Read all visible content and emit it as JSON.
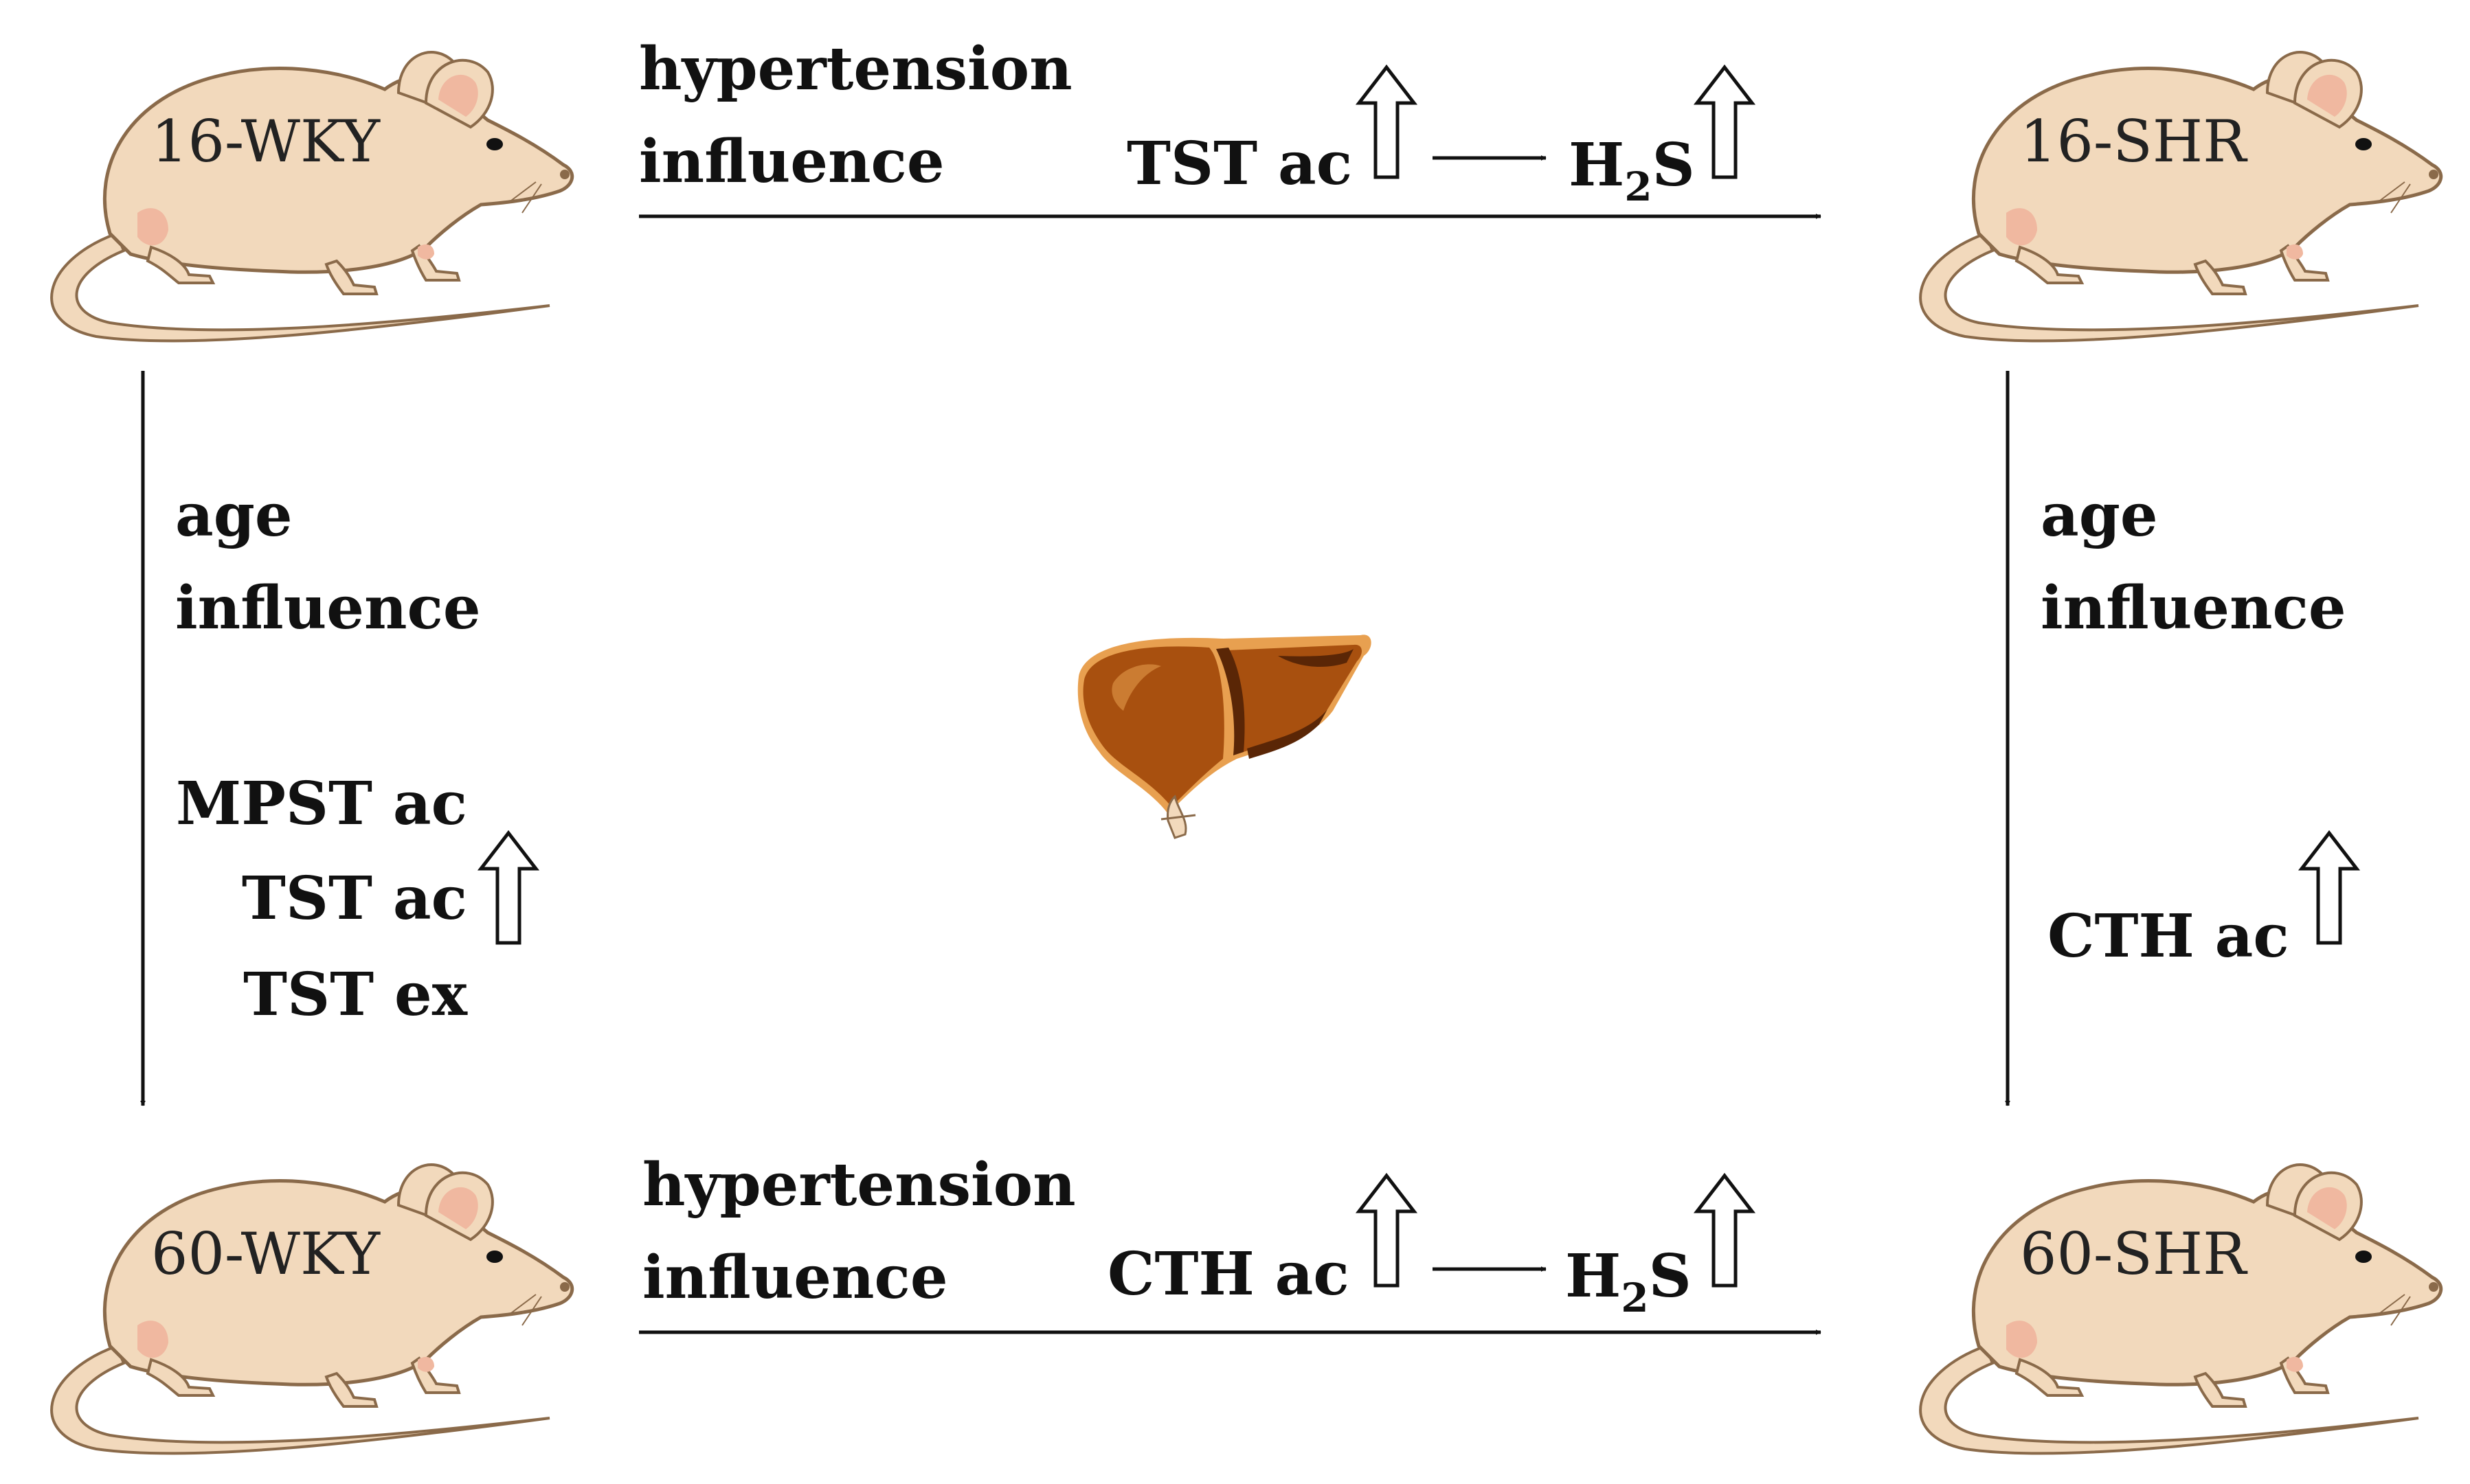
{
  "rats": {
    "tl": {
      "label": "16-WKY"
    },
    "tr": {
      "label": "16-SHR"
    },
    "bl": {
      "label": "60-WKY"
    },
    "br": {
      "label": "60-SHR"
    }
  },
  "top": {
    "line1": "hypertension",
    "line2": "influence",
    "enzyme": "TST ac",
    "product_main": "H",
    "product_sub": "2",
    "product_end": "S"
  },
  "bottom": {
    "line1": "hypertension",
    "line2": "influence",
    "enzyme": "CTH ac",
    "product_main": "H",
    "product_sub": "2",
    "product_end": "S"
  },
  "left": {
    "line1": "age",
    "line2": "influence",
    "items": [
      "MPST ac",
      "TST ac",
      "TST ex"
    ]
  },
  "right": {
    "line1": "age",
    "line2": "influence",
    "enzyme": "CTH ac"
  },
  "colors": {
    "rat_fill": "#F2D9BC",
    "rat_stroke": "#8A6A4A",
    "rat_pink": "#F0B8A0",
    "liver": "#A8500F",
    "liver_dark": "#5A2606",
    "liver_edge": "#E8A050",
    "arrow": "#111111"
  },
  "icons": {
    "up": "up-hollow-arrow-icon",
    "liver": "liver-icon",
    "rat": "rat-icon"
  }
}
